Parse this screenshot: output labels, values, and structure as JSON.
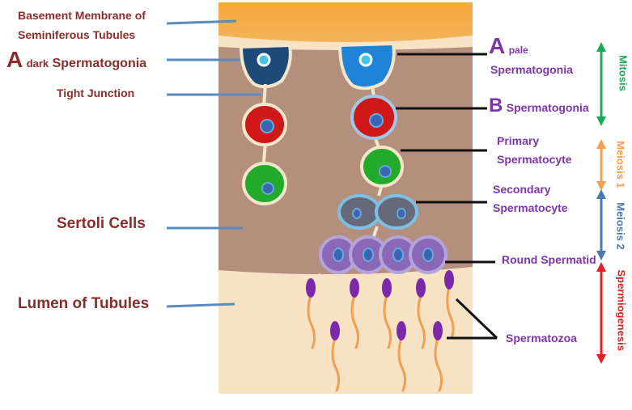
{
  "labels": {
    "basement_line1": "Basement Membrane of",
    "basement_line2": "Seminiferous Tubules",
    "adark_letter": "A",
    "adark_sub": "dark",
    "adark_word": "Spermatogonia",
    "tight_junction": "Tight Junction",
    "sertoli": "Sertoli Cells",
    "lumen": "Lumen of Tubules",
    "apale_letter": "A",
    "apale_sub": "pale",
    "apale_word": "Spermatogonia",
    "b_letter": "B",
    "b_word": "Spermatogonia",
    "primary_line1": "Primary",
    "primary_line2": "Spermatocyte",
    "secondary_line1": "Secondary",
    "secondary_line2": "Spermatocyte",
    "round_spermatid": "Round Spermatid",
    "spermatozoa": "Spermatozoa"
  },
  "phases": {
    "mitosis": "Mitosis",
    "meiosis1": "Meiosis 1",
    "meiosis2": "Meiosis 2",
    "spermiogenesis": "Spermiogenesis"
  },
  "colors": {
    "mitosis": "#1aaa55",
    "meiosis1": "#f0a050",
    "meiosis2": "#4a78b0",
    "spermiogenesis": "#e52020",
    "label_red": "#8b2e2b",
    "label_purple": "#7c35a8"
  }
}
